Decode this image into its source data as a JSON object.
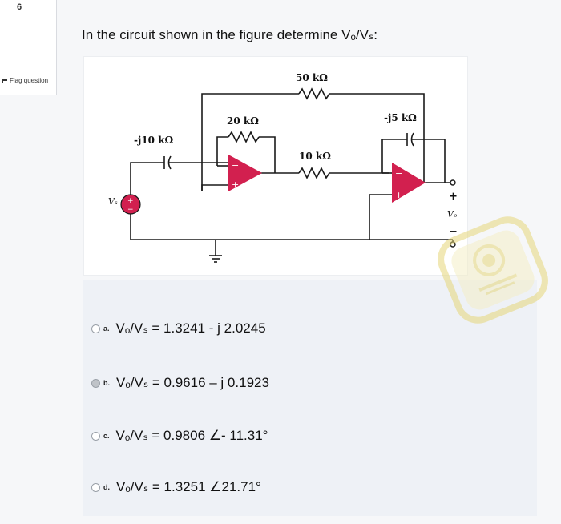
{
  "sidebar": {
    "question_label": "",
    "question_number": "6",
    "status": "",
    "mark": "",
    "mark_out_of": "",
    "flag_label": "Flag question"
  },
  "question": {
    "text": "In the circuit shown in the figure determine Vₒ/Vₛ:"
  },
  "circuit": {
    "r_50": "50 kΩ",
    "r_20": "20 kΩ",
    "r_10": "10 kΩ",
    "c_j10": "-j10 kΩ",
    "c_j5": "-j5 kΩ",
    "src_label": "Vₛ",
    "out_plus": "+",
    "out_minus": "−",
    "out_label": "Vₒ"
  },
  "options": [
    {
      "letter": "a.",
      "text": "Vₒ/Vₛ = 1.3241 - j 2.0245",
      "selected": false
    },
    {
      "letter": "b.",
      "text": "Vₒ/Vₛ = 0.9616 – j 0.1923",
      "selected": true
    },
    {
      "letter": "c.",
      "text": "Vₒ/Vₛ = 0.9806 ∠- 11.31°",
      "selected": false
    },
    {
      "letter": "d.",
      "text": "Vₒ/Vₛ = 1.3251 ∠21.71°",
      "selected": false
    }
  ],
  "colors": {
    "opamp": "#d2204f",
    "wire": "#1a1a1a",
    "answers_bg": "#eef1f6",
    "seal": "#e6d77a"
  }
}
